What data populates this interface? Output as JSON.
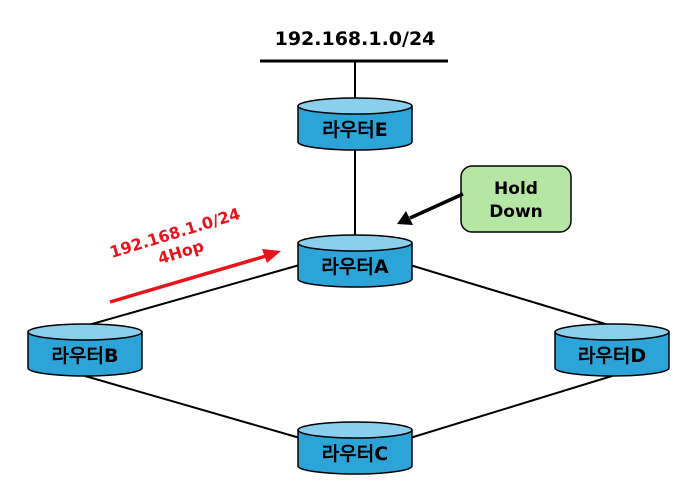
{
  "network": {
    "label": "192.168.1.0/24"
  },
  "routers": {
    "a": "라우터A",
    "b": "라우터B",
    "c": "라우터C",
    "d": "라우터D",
    "e": "라우터E"
  },
  "callout": {
    "line1": "Hold",
    "line2": "Down"
  },
  "advertisement": {
    "network": "192.168.1.0/24",
    "hops": "4Hop",
    "color": "#e8141b"
  },
  "colors": {
    "router_body": "#2ca4d8",
    "router_top": "#8ad0ee",
    "callout_fill": "#b6e6a4"
  }
}
